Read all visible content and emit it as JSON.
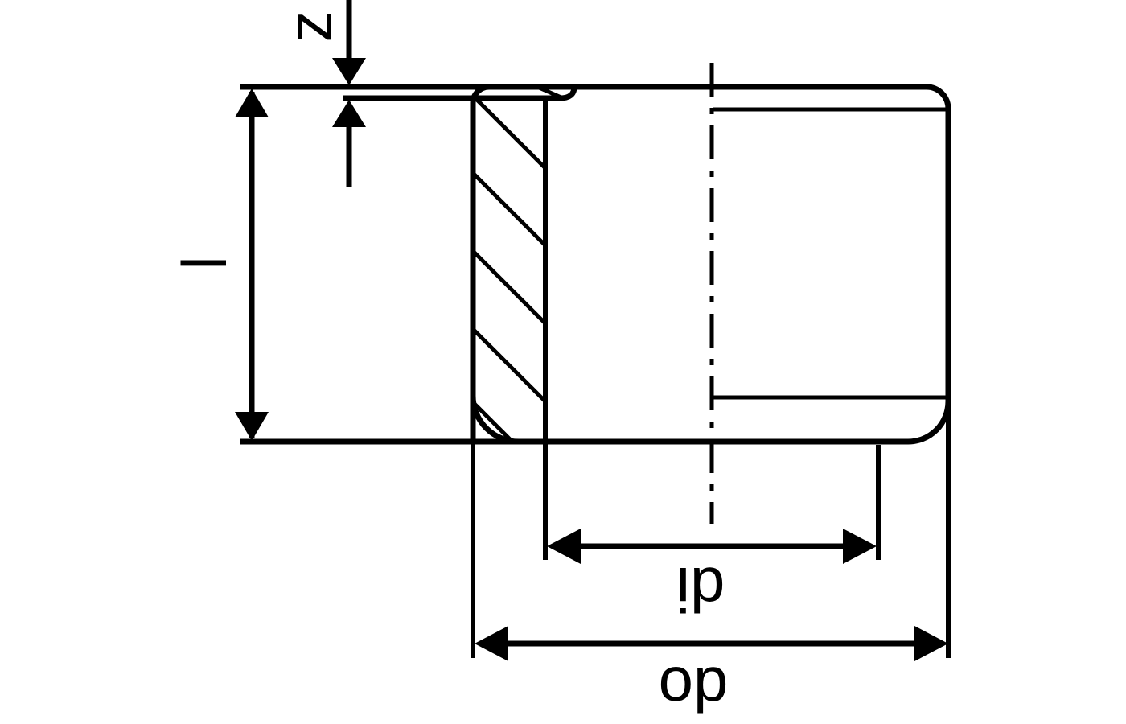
{
  "drawing": {
    "kind": "pipe-end-cap-cross-section",
    "colors": {
      "line": "#000000",
      "background": "#ffffff"
    },
    "dimensions": {
      "z": {
        "label": "z"
      },
      "l": {
        "label": "l"
      },
      "di": {
        "label": "di"
      },
      "do": {
        "label": "do"
      }
    }
  }
}
